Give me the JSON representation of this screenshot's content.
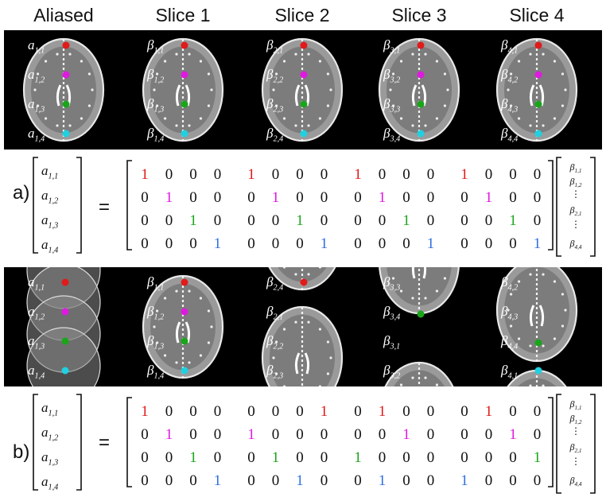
{
  "headers": [
    "Aliased",
    "Slice 1",
    "Slice 2",
    "Slice 3",
    "Slice 4"
  ],
  "colors": {
    "red": "#e11a1a",
    "magenta": "#e019e0",
    "green": "#1aa51a",
    "blue": "#2f6fe0",
    "black": "#111111"
  },
  "panel_a": {
    "label": "a)",
    "equals": "=",
    "image_labels": [
      [
        "a 1,1",
        "a 1,2",
        "a 1,3",
        "a 1,4"
      ],
      [
        "β 1,1",
        "β 1,2",
        "β 1,3",
        "β 1,4"
      ],
      [
        "β 2,1",
        "β 2,2",
        "β 2,3",
        "β 2,4"
      ],
      [
        "β 3,1",
        "β 3,2",
        "β 3,3",
        "β 3,4"
      ],
      [
        "β 4,1",
        "β 4,2",
        "β 4,3",
        "β 4,4"
      ]
    ],
    "lhs_vector": [
      "a 1,1",
      "a 1,2",
      "a 1,3",
      "a 1,4"
    ],
    "matrix": [
      [
        1,
        0,
        0,
        0,
        1,
        0,
        0,
        0,
        1,
        0,
        0,
        0,
        1,
        0,
        0,
        0
      ],
      [
        0,
        1,
        0,
        0,
        0,
        1,
        0,
        0,
        0,
        1,
        0,
        0,
        0,
        1,
        0,
        0
      ],
      [
        0,
        0,
        1,
        0,
        0,
        0,
        1,
        0,
        0,
        0,
        1,
        0,
        0,
        0,
        1,
        0
      ],
      [
        0,
        0,
        0,
        1,
        0,
        0,
        0,
        1,
        0,
        0,
        0,
        1,
        0,
        0,
        0,
        1
      ]
    ],
    "rhs_vector": [
      "β 1,1",
      "β 1,2",
      "⋮",
      "β 2,1",
      "⋮",
      "β 4,4"
    ]
  },
  "panel_b": {
    "label": "b)",
    "equals": "=",
    "image_labels": [
      [
        "a 1,1",
        "a 1,2",
        "a 1,3",
        "a 1,4"
      ],
      [
        "β 1,1",
        "β 1,2",
        "β 1,3",
        "β 1,4"
      ],
      [
        "β 2,4",
        "β 2,1",
        "β 2,2",
        "β 2,3"
      ],
      [
        "β 3,3",
        "β 3,4",
        "β 3,1",
        "β 3,2"
      ],
      [
        "β 4,2",
        "β 4,3",
        "β 4,4",
        "β 4,1"
      ]
    ],
    "lhs_vector": [
      "a 1,1",
      "a 1,2",
      "a 1,3",
      "a 1,4"
    ],
    "matrix": [
      [
        1,
        0,
        0,
        0,
        0,
        0,
        0,
        1,
        0,
        1,
        0,
        0,
        0,
        1,
        0,
        0
      ],
      [
        0,
        1,
        0,
        0,
        1,
        0,
        0,
        0,
        0,
        0,
        1,
        0,
        0,
        0,
        1,
        0
      ],
      [
        0,
        0,
        1,
        0,
        0,
        1,
        0,
        0,
        1,
        0,
        0,
        0,
        0,
        0,
        0,
        1
      ],
      [
        0,
        0,
        0,
        1,
        0,
        0,
        1,
        0,
        0,
        1,
        0,
        0,
        1,
        0,
        0,
        0
      ]
    ],
    "rhs_vector": [
      "β 1,1",
      "β 1,2",
      "⋮",
      "β 2,1",
      "⋮",
      "β 4,4"
    ]
  }
}
